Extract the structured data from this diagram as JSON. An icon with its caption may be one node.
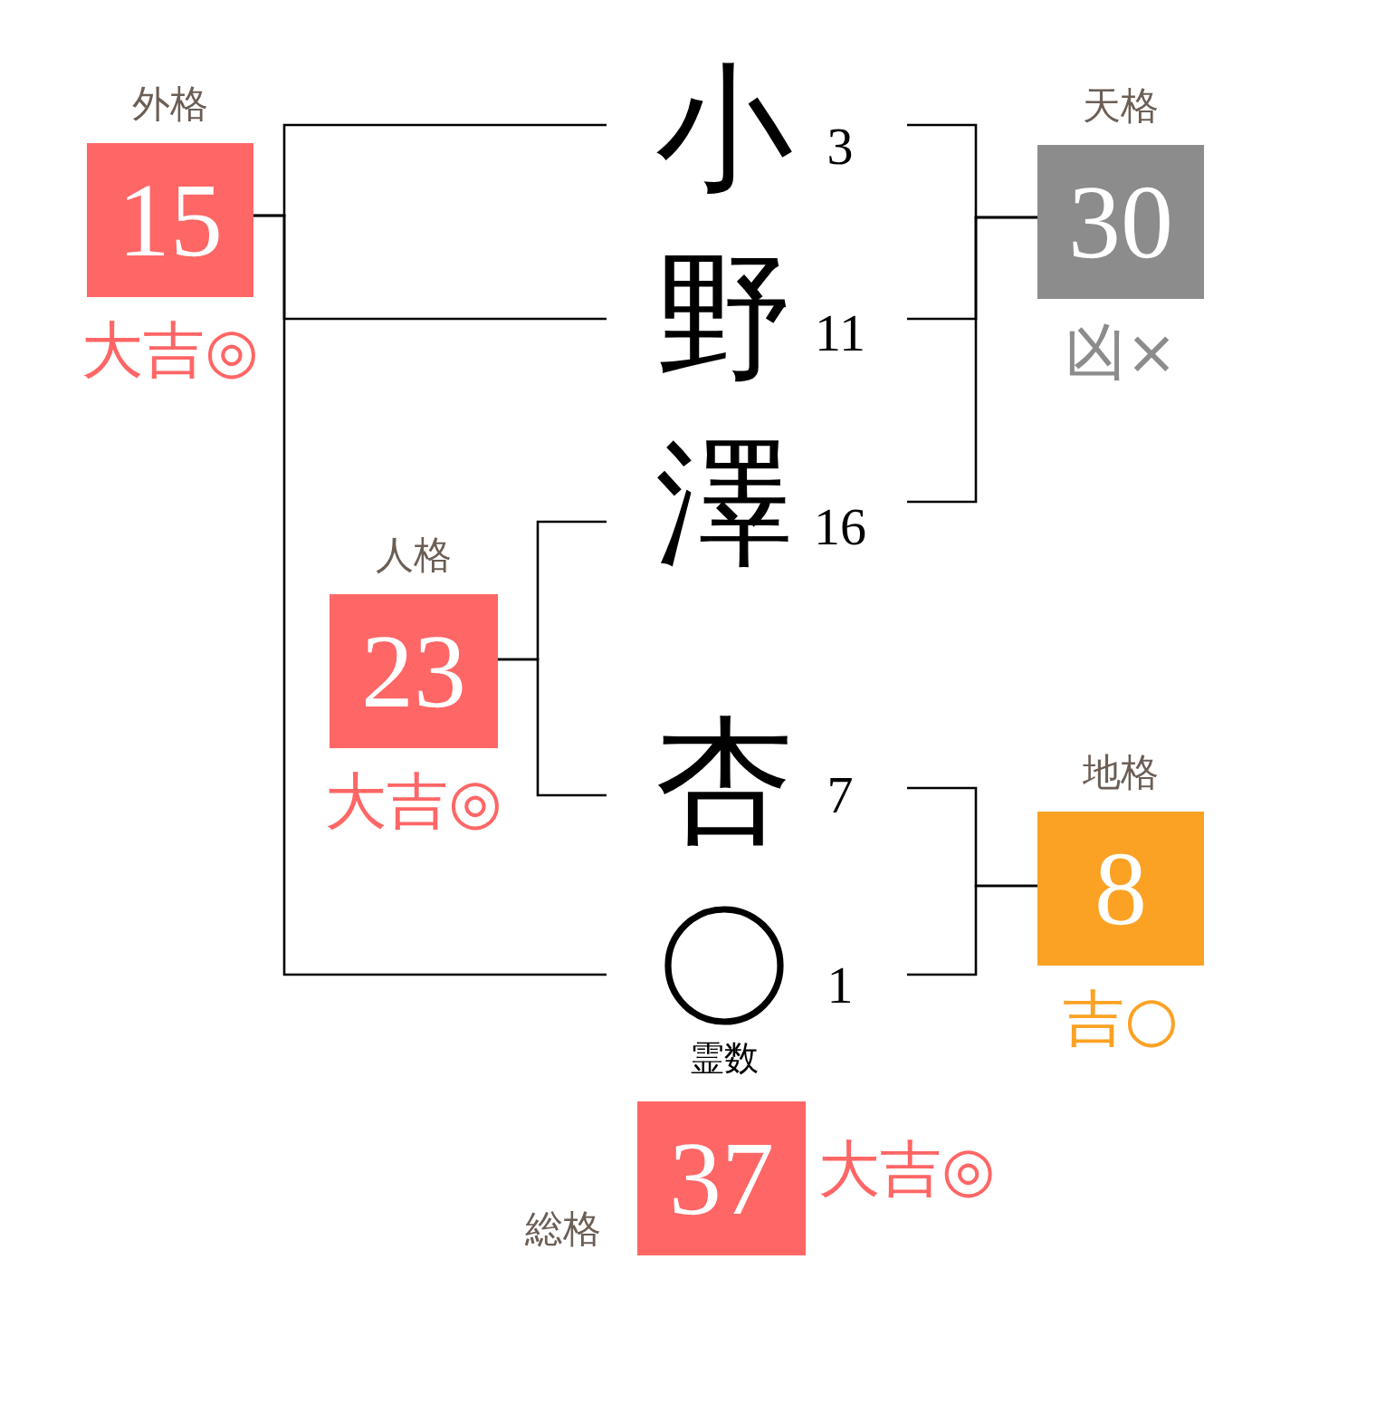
{
  "diagram": {
    "nodes": [
      {
        "text": [
          "外格",
          "15"
        ],
        "beside": [
          "大吉◎"
        ]
      },
      {
        "text": [
          "小"
        ],
        "beside": [
          "3"
        ]
      },
      {
        "text": [
          "天格",
          "30"
        ],
        "beside": [
          "凶×"
        ]
      },
      {
        "text": [
          "野"
        ],
        "beside": [
          "11"
        ]
      },
      {
        "text": [
          "澤"
        ],
        "beside": [
          "16"
        ]
      },
      {
        "text": [
          "人格",
          "23"
        ],
        "beside": [
          "大吉◎"
        ]
      },
      {
        "text": [
          "杏"
        ],
        "beside": [
          "7"
        ]
      },
      {
        "text": [
          "地格",
          "8"
        ],
        "beside": [
          "吉○"
        ]
      },
      {
        "text": [],
        "shape": "circle",
        "beside": [
          "1",
          "霊数"
        ]
      },
      {
        "text": [
          "総格",
          "37"
        ],
        "beside": [
          "大吉◎"
        ]
      }
    ],
    "edges": [
      {
        "from": 0,
        "to": 1,
        "arrow": "none"
      },
      {
        "from": 0,
        "to": 3,
        "arrow": "none"
      },
      {
        "from": 0,
        "to": 8,
        "arrow": "none"
      },
      {
        "from": 2,
        "to": 1,
        "arrow": "none"
      },
      {
        "from": 2,
        "to": 3,
        "arrow": "none"
      },
      {
        "from": 2,
        "to": 4,
        "arrow": "none"
      },
      {
        "from": 5,
        "to": 4,
        "arrow": "none"
      },
      {
        "from": 5,
        "to": 6,
        "arrow": "none"
      },
      {
        "from": 7,
        "to": 6,
        "arrow": "none"
      },
      {
        "from": 7,
        "to": 8,
        "arrow": "none"
      }
    ]
  }
}
